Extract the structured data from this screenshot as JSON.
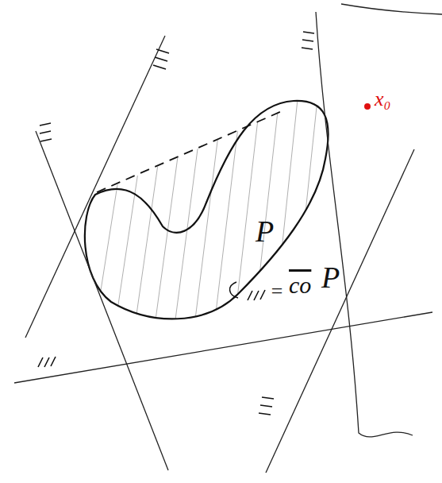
{
  "diagram": {
    "labels": [
      "P",
      "=",
      "co",
      "P",
      "x₀"
    ]
  }
}
